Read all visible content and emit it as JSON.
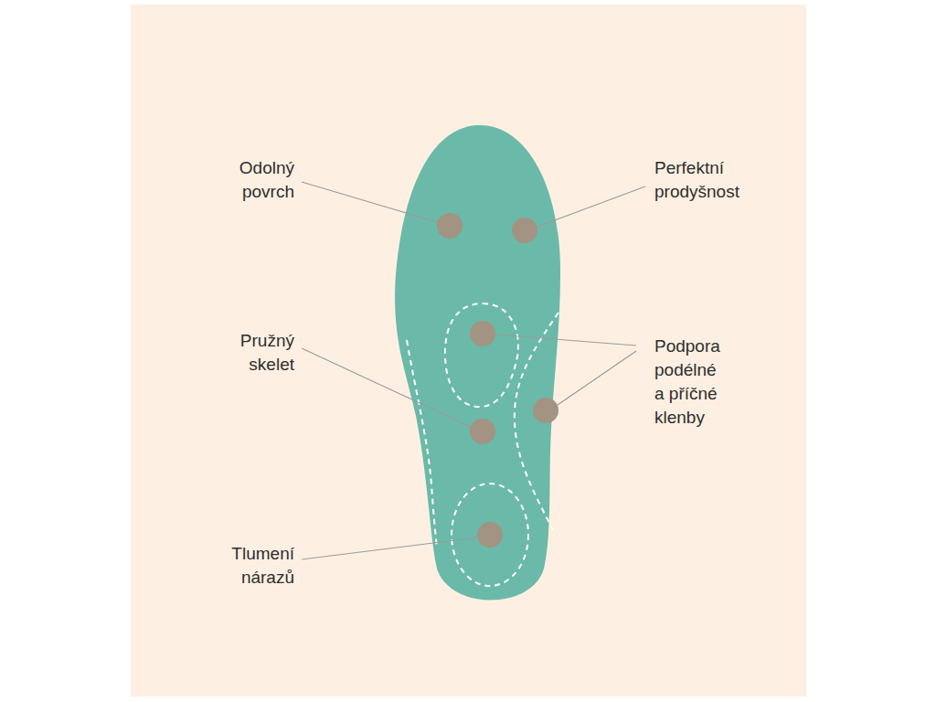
{
  "diagram": {
    "labels": [
      "Odolný povrch",
      "Perfektní prodyšnost",
      "Pružný skelet",
      "Podpora podélné a příčné klenby",
      "Tlumení nárazů"
    ]
  }
}
